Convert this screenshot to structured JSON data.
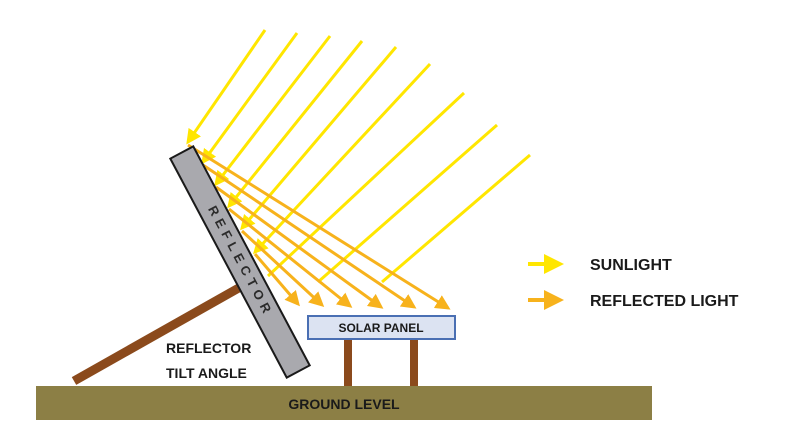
{
  "labels": {
    "ground": "GROUND LEVEL",
    "solar_panel": "SOLAR PANEL",
    "reflector_vertical": "REFLECTOR",
    "tilt_line1": "REFLECTOR",
    "tilt_line2": "TILT ANGLE"
  },
  "legend": {
    "sunlight": "SUNLIGHT",
    "reflected": "REFLECTED LIGHT"
  },
  "colors": {
    "sunlight": "#ffe600",
    "reflected": "#f7b21c",
    "reflector_fill": "#a9a9ae",
    "ground": "#8c7f45",
    "support": "#8b4a1c",
    "panel_fill": "#dce3f2",
    "panel_border": "#4a6fb3"
  }
}
